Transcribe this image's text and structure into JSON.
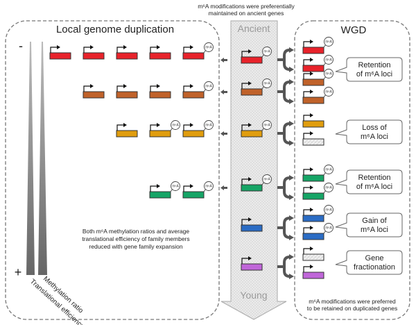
{
  "top_note": [
    "m⁶A modifications were preferentially",
    "maintained on ancient genes"
  ],
  "local": {
    "title": "Local genome duplication",
    "minus": "-",
    "plus": "+",
    "axis_labels": [
      "Methylation ratio",
      "Translational efficiency"
    ],
    "note": [
      "Both m⁶A methylation ratios and average",
      "translational efficiency of family members",
      "reduced with gene family expansion"
    ],
    "rows": [
      {
        "color": "#e8232b",
        "count": 5,
        "m6a": [
          false,
          false,
          false,
          false,
          true
        ]
      },
      {
        "color": "#c0622a",
        "count": 4,
        "m6a": [
          false,
          false,
          false,
          true
        ]
      },
      {
        "color": "#e09d0e",
        "count": 3,
        "m6a": [
          false,
          true,
          true
        ]
      },
      {
        "color": "#16a566",
        "count": 2,
        "m6a": [
          true,
          true
        ]
      }
    ]
  },
  "center": {
    "top_label": "Ancient",
    "bottom_label": "Young",
    "genes": [
      {
        "color": "#e8232b",
        "m6a": true
      },
      {
        "color": "#c0622a",
        "m6a": true
      },
      {
        "color": "#e09d0e",
        "m6a": true
      },
      {
        "color": "#16a566",
        "m6a": true
      },
      {
        "color": "#2b6cc4",
        "m6a": false
      },
      {
        "color": "#c066d9",
        "m6a": false
      }
    ]
  },
  "wgd": {
    "title": "WGD",
    "pairs": [
      {
        "a": {
          "color": "#e8232b",
          "m6a": true
        },
        "b": {
          "color": "#e8232b",
          "m6a": true
        }
      },
      {
        "a": {
          "color": "#c0622a",
          "m6a": true
        },
        "b": {
          "color": "#c0622a",
          "m6a": true
        }
      },
      {
        "a": {
          "color": "#e09d0e",
          "m6a": false
        },
        "b": {
          "color": "hatch",
          "m6a": false
        }
      },
      {
        "a": {
          "color": "#16a566",
          "m6a": true
        },
        "b": {
          "color": "#16a566",
          "m6a": true
        }
      },
      {
        "a": {
          "color": "#2b6cc4",
          "m6a": true
        },
        "b": {
          "color": "#2b6cc4",
          "m6a": true
        }
      },
      {
        "a": {
          "color": "hatch",
          "m6a": false
        },
        "b": {
          "color": "#c066d9",
          "m6a": false
        }
      }
    ],
    "callouts": [
      [
        "Retention",
        "of m⁶A loci"
      ],
      [
        "Loss of",
        "m⁶A loci"
      ],
      [
        "Retention",
        "of m⁶A loci"
      ],
      [
        "Gain of",
        "m⁶A loci"
      ],
      [
        "Gene",
        "fractionation"
      ]
    ],
    "bottom_note": [
      "m⁶A modifications were preferred",
      "to be retained on duplicated genes"
    ]
  },
  "m6a_label": "m⁶A"
}
